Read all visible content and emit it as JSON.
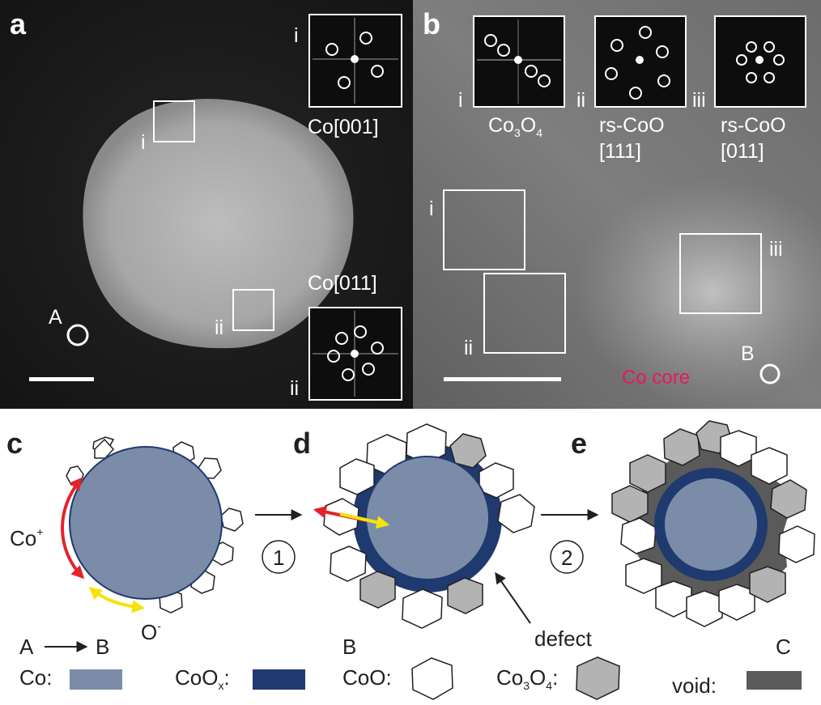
{
  "panels": {
    "a": {
      "label": "a",
      "regions": [
        "i",
        "ii"
      ],
      "fft_labels": [
        "Co[001]",
        "Co[011]"
      ],
      "marker": "A"
    },
    "b": {
      "label": "b",
      "fft_roman": [
        "i",
        "ii",
        "iii"
      ],
      "fft_labels": {
        "i": {
          "main": "Co",
          "sub1": "3",
          "mid": "O",
          "sub2": "4"
        },
        "ii": [
          "rs-CoO",
          "[111]"
        ],
        "iii": [
          "rs-CoO",
          "[011]"
        ]
      },
      "regions": [
        "i",
        "ii",
        "iii"
      ],
      "marker": "B",
      "core_label": "Co core"
    },
    "c": {
      "label": "c",
      "ion1_base": "Co",
      "ion1_sup": "+",
      "ion2_base": "O",
      "ion2_sup": "-",
      "state": "A",
      "state_to": "B"
    },
    "d": {
      "label": "d",
      "state": "B",
      "defect": "defect"
    },
    "e": {
      "label": "e",
      "state": "C"
    },
    "steps": [
      "1",
      "2"
    ]
  },
  "legend": {
    "co": "Co:",
    "coox_base": "CoO",
    "coox_sub": "x",
    "coox_colon": ":",
    "coo": "CoO:",
    "co3o4": {
      "a": "Co",
      "s1": "3",
      "b": "O",
      "s2": "4",
      "colon": ":"
    },
    "void": "void:"
  },
  "colors": {
    "co": "#7b8ca8",
    "coox": "#1e3a6e",
    "co3o4": "#b3b3b3",
    "void": "#5a5a5a",
    "red_arrow": "#e3232b",
    "yellow_arrow": "#f5e30a",
    "co_core_text": "#e8185a"
  }
}
